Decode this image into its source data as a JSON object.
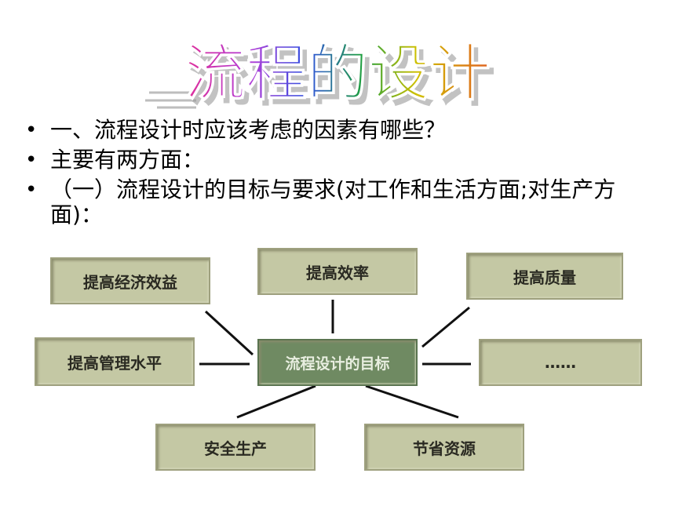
{
  "slide": {
    "title": "流程的设计",
    "title_colors": [
      "#e0309a",
      "#c040d0",
      "#3050e0",
      "#20a040",
      "#d0c000",
      "#e06020"
    ]
  },
  "bullets": [
    "一、流程设计时应该考虑的因素有哪些？",
    "主要有两方面：",
    "（一）流程设计的目标与要求(对工作和生活方面;对生产方面)："
  ],
  "diagram": {
    "center": "流程设计的目标",
    "boxes": {
      "economic": "提高经济效益",
      "efficiency": "提高效率",
      "quality": "提高质量",
      "management": "提高管理水平",
      "more": "……",
      "safety": "安全生产",
      "resources": "节省资源"
    }
  }
}
